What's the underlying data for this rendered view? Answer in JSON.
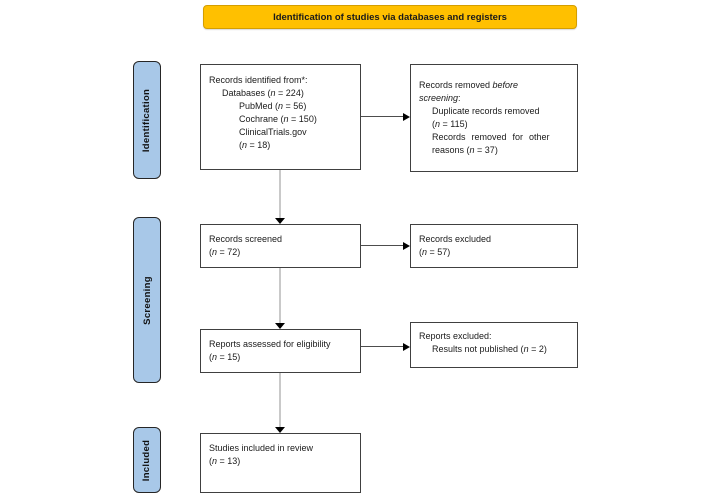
{
  "banner": {
    "title": "Identification of studies via databases and registers"
  },
  "stages": [
    {
      "label": "Identification"
    },
    {
      "label": "Screening"
    },
    {
      "label": "Included"
    }
  ],
  "boxes": [
    {
      "id": "records-identified",
      "lines": [
        {
          "indent": 0,
          "segments": [
            {
              "t": "Records identified from*:"
            }
          ]
        },
        {
          "indent": 1,
          "segments": [
            {
              "t": "Databases ("
            },
            {
              "t": "n",
              "i": true
            },
            {
              "t": " = 224)"
            }
          ]
        },
        {
          "indent": 2,
          "segments": [
            {
              "t": "PubMed ("
            },
            {
              "t": "n",
              "i": true
            },
            {
              "t": " = 56)"
            }
          ]
        },
        {
          "indent": 2,
          "segments": [
            {
              "t": "Cochrane ("
            },
            {
              "t": "n",
              "i": true
            },
            {
              "t": " = 150)"
            }
          ]
        },
        {
          "indent": 2,
          "segments": [
            {
              "t": "ClinicalTrials.gov"
            }
          ]
        },
        {
          "indent": 2,
          "segments": [
            {
              "t": "("
            },
            {
              "t": "n",
              "i": true
            },
            {
              "t": " = 18)"
            }
          ]
        }
      ]
    },
    {
      "id": "records-removed",
      "lines": [
        {
          "indent": 0,
          "segments": [
            {
              "t": "Records removed "
            },
            {
              "t": "before",
              "i": true
            }
          ]
        },
        {
          "indent": 0,
          "segments": [
            {
              "t": "screening",
              "i": true
            },
            {
              "t": ":"
            }
          ]
        },
        {
          "indent": 1,
          "segments": [
            {
              "t": "Duplicate records removed"
            }
          ]
        },
        {
          "indent": 1,
          "segments": [
            {
              "t": "("
            },
            {
              "t": "n",
              "i": true
            },
            {
              "t": " = 115)"
            }
          ]
        },
        {
          "indent": 1,
          "justify": true,
          "segments": [
            {
              "t": "Records removed for other"
            }
          ]
        },
        {
          "indent": 1,
          "segments": [
            {
              "t": "reasons ("
            },
            {
              "t": "n",
              "i": true
            },
            {
              "t": " = 37)"
            }
          ]
        }
      ]
    },
    {
      "id": "records-screened",
      "lines": [
        {
          "indent": 0,
          "segments": [
            {
              "t": "Records screened"
            }
          ]
        },
        {
          "indent": 0,
          "segments": [
            {
              "t": "("
            },
            {
              "t": "n",
              "i": true
            },
            {
              "t": " = 72)"
            }
          ]
        }
      ]
    },
    {
      "id": "records-excluded",
      "lines": [
        {
          "indent": 0,
          "segments": [
            {
              "t": "Records excluded"
            }
          ]
        },
        {
          "indent": 0,
          "segments": [
            {
              "t": "("
            },
            {
              "t": "n",
              "i": true
            },
            {
              "t": " = 57)"
            }
          ]
        }
      ]
    },
    {
      "id": "reports-assessed",
      "lines": [
        {
          "indent": 0,
          "segments": [
            {
              "t": "Reports assessed for eligibility"
            }
          ]
        },
        {
          "indent": 0,
          "segments": [
            {
              "t": "("
            },
            {
              "t": "n",
              "i": true
            },
            {
              "t": " = 15)"
            }
          ]
        }
      ]
    },
    {
      "id": "reports-excluded",
      "lines": [
        {
          "indent": 0,
          "segments": [
            {
              "t": "Reports excluded:"
            }
          ]
        },
        {
          "indent": 1,
          "segments": [
            {
              "t": "Results not published ("
            },
            {
              "t": "n",
              "i": true
            },
            {
              "t": " = 2)"
            }
          ]
        }
      ]
    },
    {
      "id": "studies-included",
      "lines": [
        {
          "indent": 0,
          "segments": [
            {
              "t": "Studies included in review"
            }
          ]
        },
        {
          "indent": 0,
          "segments": [
            {
              "t": "("
            },
            {
              "t": "n",
              "i": true
            },
            {
              "t": " = 13)"
            }
          ]
        }
      ]
    }
  ],
  "colors": {
    "banner_fill": "#FFC000",
    "banner_border": "#D49E00",
    "stage_fill": "#A8C8E8",
    "stage_border": "#262626",
    "box_border": "#404040",
    "connector_vertical": "#C9C9C9",
    "connector_horizontal": "#4D4D4D",
    "arrowhead": "#000000",
    "background": "#FFFFFF"
  }
}
